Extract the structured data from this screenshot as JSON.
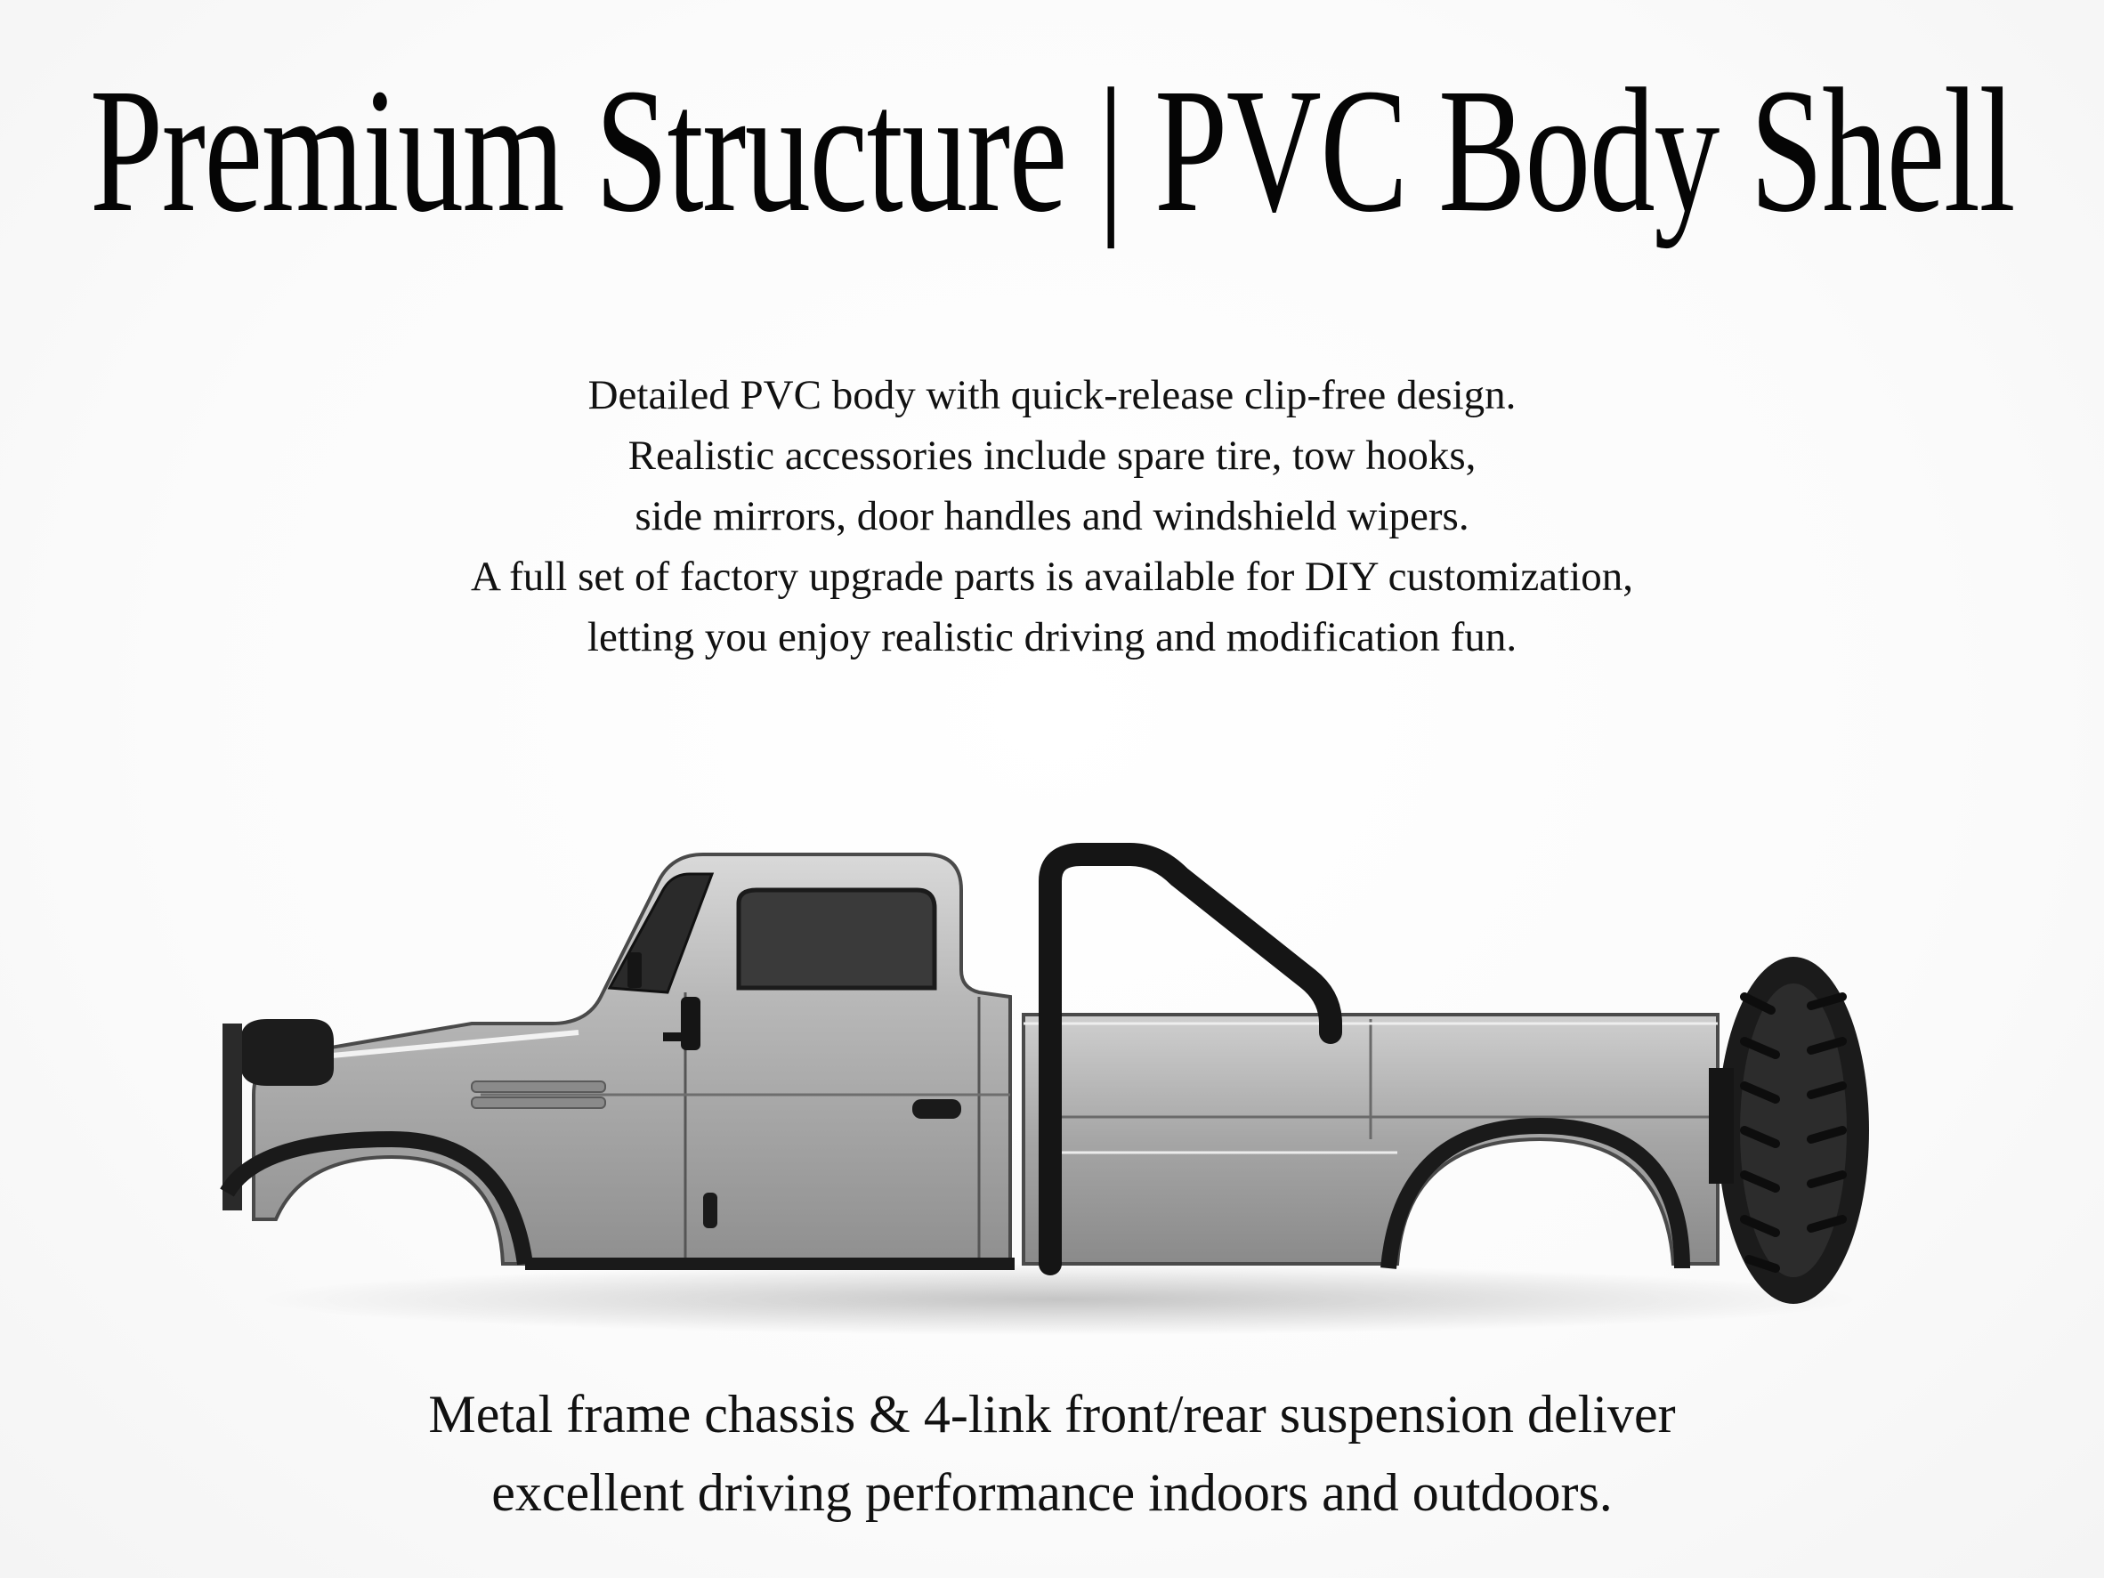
{
  "header": {
    "title": "Premium Structure | PVC Body Shell"
  },
  "description": {
    "lines": [
      "Detailed PVC body with quick-release clip-free design.",
      "Realistic accessories include spare tire, tow hooks,",
      "side mirrors, door handles and windshield wipers.",
      "A full set of factory upgrade parts is available for DIY customization,",
      "letting you enjoy realistic driving and modification fun."
    ]
  },
  "footer": {
    "lines": [
      "Metal frame chassis & 4-link front/rear suspension deliver",
      "excellent driving performance indoors and outdoors."
    ]
  },
  "colors": {
    "background": "#ffffff",
    "text": "#111111",
    "body_silver": "#a9a9a9",
    "trim_black": "#1a1a1a"
  },
  "illustration": {
    "name": "truck-body-shell-image"
  }
}
